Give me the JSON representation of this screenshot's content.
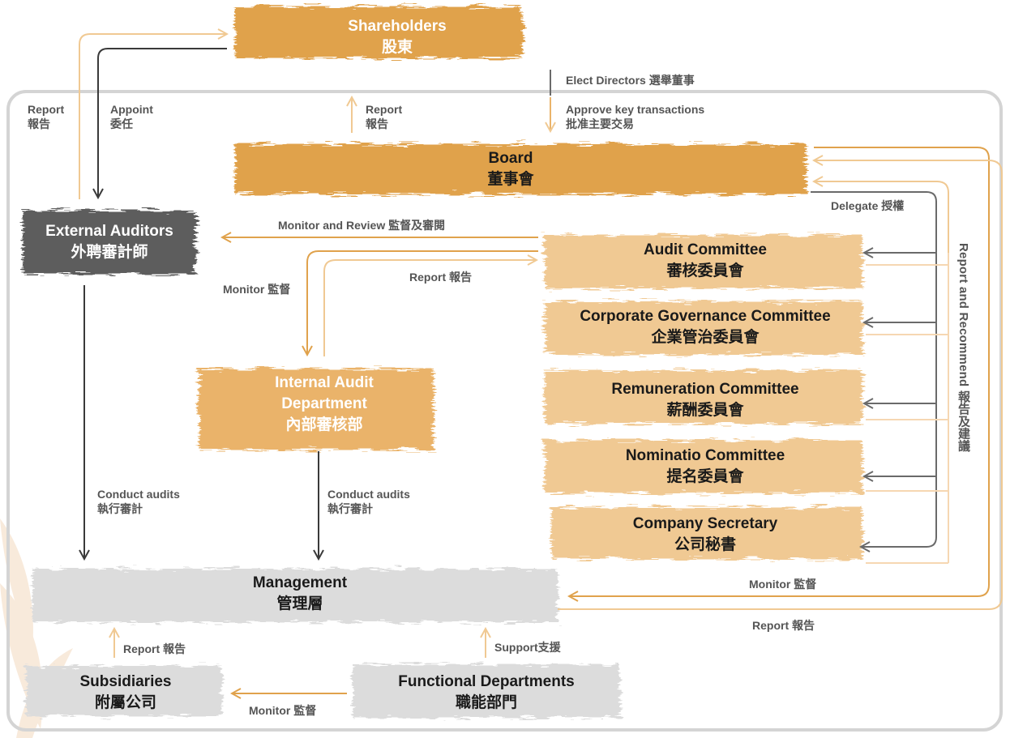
{
  "nodes": {
    "shareholders": {
      "en": "Shareholders",
      "zh": "股東"
    },
    "board": {
      "en": "Board",
      "zh": "董事會"
    },
    "external_auditors": {
      "en": "External Auditors",
      "zh": "外聘審計師"
    },
    "internal_audit": {
      "en1": "Internal Audit",
      "en2": "Department",
      "zh": "內部審核部"
    },
    "audit_committee": {
      "en": "Audit Committee",
      "zh": "審核委員會"
    },
    "cg_committee": {
      "en": "Corporate Governance Committee",
      "zh": "企業管治委員會"
    },
    "remuneration_committee": {
      "en": "Remuneration Committee",
      "zh": "薪酬委員會"
    },
    "nomination_committee": {
      "en": "Nominatio Committee",
      "zh": "提名委員會"
    },
    "company_secretary": {
      "en": "Company Secretary",
      "zh": "公司秘書"
    },
    "management": {
      "en": "Management",
      "zh": "管理層"
    },
    "subsidiaries": {
      "en": "Subsidiaries",
      "zh": "附屬公司"
    },
    "functional_departments": {
      "en": "Functional Departments",
      "zh": "職能部門"
    }
  },
  "labels": {
    "report_left": {
      "en": "Report",
      "zh": "報告"
    },
    "appoint": {
      "en": "Appoint",
      "zh": "委任"
    },
    "report_center": {
      "en": "Report",
      "zh": "報告"
    },
    "elect_directors": "Elect Directors  選舉董事",
    "approve_key": {
      "en": "Approve key transactions",
      "zh": "批准主要交易"
    },
    "delegate": "Delegate 授權",
    "monitor_review": "Monitor and Review 監督及審閱",
    "report_ac": "Report 報告",
    "monitor_ia": "Monitor 監督",
    "conduct_ext": {
      "en": "Conduct audits",
      "zh": "執行審計"
    },
    "conduct_int": {
      "en": "Conduct audits",
      "zh": "執行審計"
    },
    "monitor_mgmt": "Monitor 監督",
    "report_mgmt": "Report 報告",
    "report_recommend": "Report and Recommend 報告及建議",
    "report_sub": "Report 報告",
    "support": "Support支援",
    "monitor_sub": "Monitor 監督"
  },
  "colors": {
    "gold": "#e0a24c",
    "gold_mid": "#eab36a",
    "gold_light": "#f0c993",
    "gold_pale": "#f6d7b2",
    "dark_gray": "#5d5d5d",
    "light_gray": "#dcdcdc",
    "frame": "#cfcfcf",
    "arrow_dark": "#3a3a3a",
    "arrow_gray": "#6a6a6a"
  }
}
